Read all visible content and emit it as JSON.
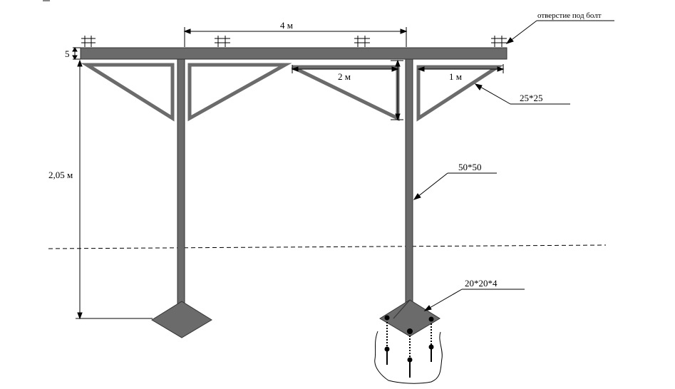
{
  "annotations": {
    "bolt_hole": "отверстие под болт",
    "dim_5": "5",
    "dim_4m": "4 м",
    "dim_2m": "2 м",
    "dim_1m": "1 м",
    "dim_205m": "2,05 м",
    "profile_25": "25*25",
    "profile_50": "50*50",
    "plate_20": "20*20*4"
  },
  "colors": {
    "steel": "#6b6b6b",
    "steel_dark": "#4a4a4a",
    "line": "#000000",
    "background": "#ffffff"
  }
}
